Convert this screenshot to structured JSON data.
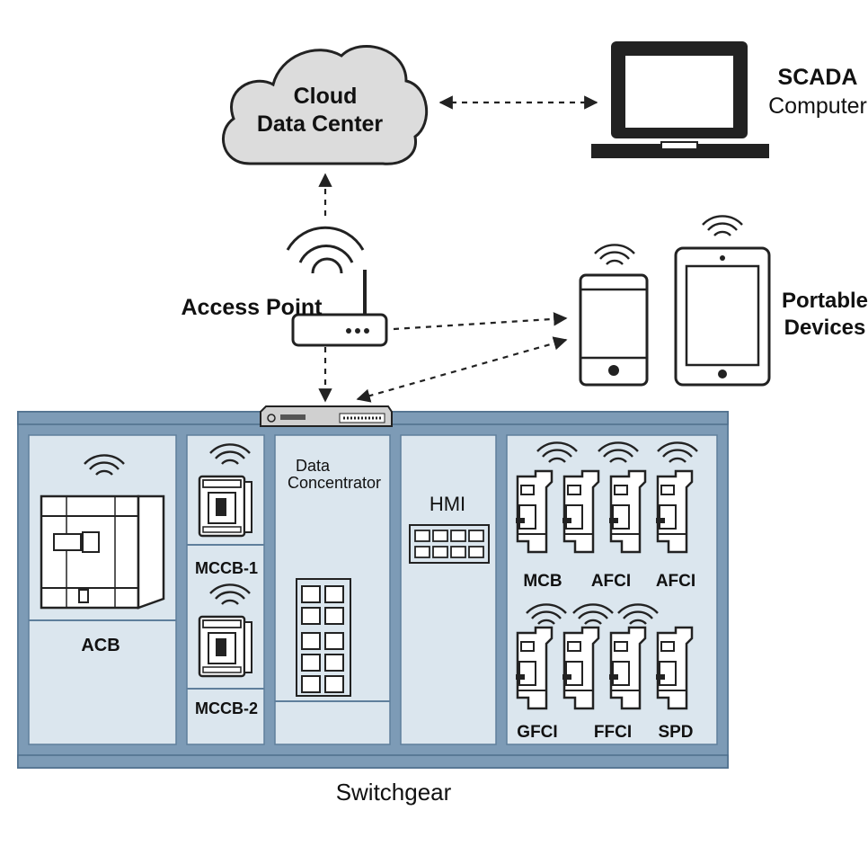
{
  "cloud": {
    "line1": "Cloud",
    "line2": "Data Center"
  },
  "scada": {
    "line1": "SCADA",
    "line2": "Computer"
  },
  "access_point": {
    "label": "Access Point"
  },
  "portable": {
    "line1": "Portable",
    "line2": "Devices"
  },
  "switchgear": {
    "label": "Switchgear",
    "acb": "ACB",
    "mccb1": "MCCB-1",
    "mccb2": "MCCB-2",
    "concentrator_line1": "Data",
    "concentrator_line2": "Concentrator",
    "hmi": "HMI",
    "breakers_top": [
      "MCB",
      "AFCI",
      "AFCI"
    ],
    "breakers_bottom": [
      "GFCI",
      "FFCI",
      "SPD"
    ]
  },
  "colors": {
    "frame": "#7d9bb6",
    "panel": "#dbe6ee",
    "frame_dark": "#5f7f9c",
    "ink": "#222222",
    "cloud_fill": "#dcdcdc"
  }
}
